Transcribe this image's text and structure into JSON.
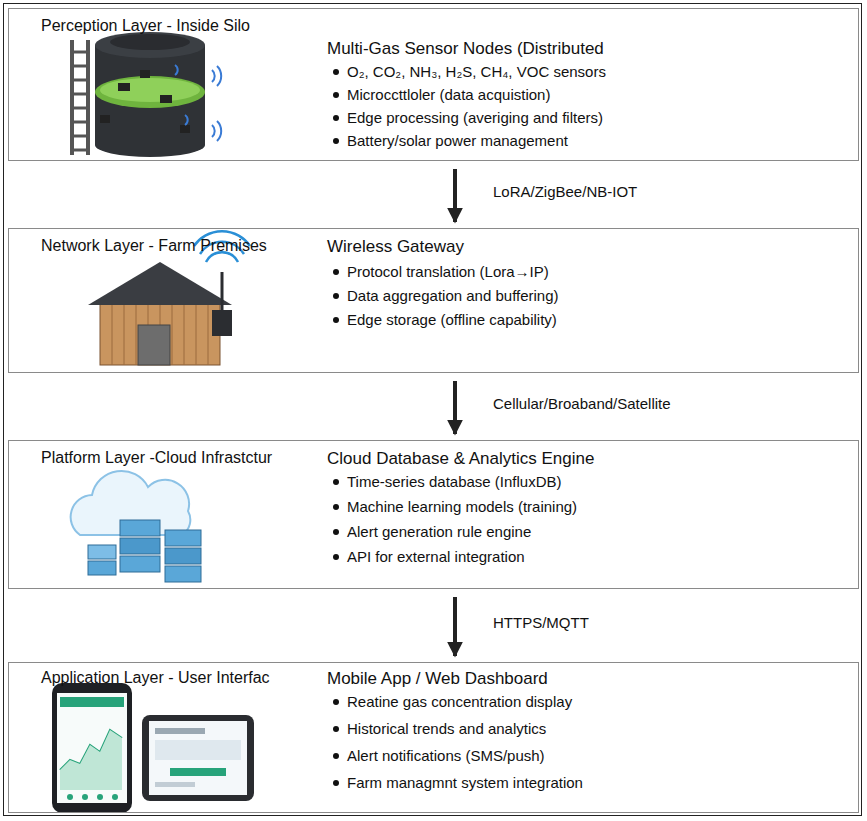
{
  "diagram": {
    "nodes": [
      {
        "text": [
          "Perception Layer - Inside Silo",
          "Multi-Gas Sensor Nodes (Distributed",
          "O₂, CO₂, NH₃, H₂S, CH₄, VOC sensors",
          "Microccttloler (data acquistion)",
          "Edge processing (averiging and filters)",
          "Battery/solar power management"
        ]
      },
      {
        "text": [
          "Network Layer - Farm Premises",
          "Wireless Gateway",
          "Protocol translation (Lora→IP)",
          "Data aggregation and buffering)",
          "Edge storage (offline capability)"
        ]
      },
      {
        "text": [
          "Platform Layer -Cloud Infrastctur",
          "Cloud Database & Analytics Engine",
          "Time-series database (InfluxDB)",
          "Machine learning models (training)",
          "Alert generation rule engine",
          "API for external integration"
        ]
      },
      {
        "text": [
          "Application Layer - User Interfac",
          "Mobile App / Web Dashboard",
          "Reatine gas concentration display",
          "Historical trends and analytics",
          "Alert notifications (SMS/push)",
          "Farm managmnt system integration"
        ]
      }
    ],
    "edges": [
      {
        "from": 0,
        "to": 1,
        "arrow": "to",
        "label": "LoRA/ZigBee/NB-IOT"
      },
      {
        "from": 1,
        "to": 2,
        "arrow": "to",
        "label": "Cellular/Broaband/Satellite"
      },
      {
        "from": 2,
        "to": 3,
        "arrow": "to",
        "label": "HTTPS/MQTT"
      }
    ]
  }
}
